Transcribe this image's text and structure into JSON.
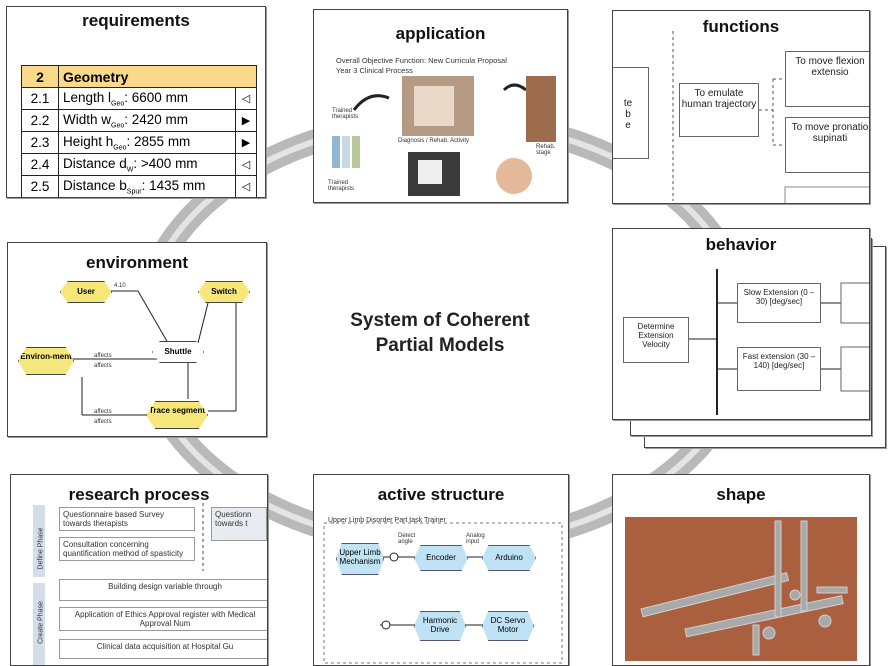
{
  "center": {
    "line1": "System of Coherent",
    "line2": "Partial Models"
  },
  "panels": {
    "requirements": {
      "title": "requirements",
      "header": {
        "num": "2",
        "label": "Geometry"
      },
      "rows": [
        {
          "num": "2.1",
          "text": "Length l",
          "sub": "Geo",
          "rest": ": 6600 mm",
          "arrow": "◁"
        },
        {
          "num": "2.2",
          "text": "Width w",
          "sub": "Geo",
          "rest": ": 2420 mm",
          "arrow": "▶"
        },
        {
          "num": "2.3",
          "text": "Height h",
          "sub": "Geo",
          "rest": ": 2855 mm",
          "arrow": "▶"
        },
        {
          "num": "2.4",
          "text": "Distance d",
          "sub": "W",
          "rest": ": >400 mm",
          "arrow": "◁"
        },
        {
          "num": "2.5",
          "text": "Distance b",
          "sub": "Spur",
          "rest": ": 1435 mm",
          "arrow": "◁"
        }
      ]
    },
    "application": {
      "title": "application",
      "caption1": "Overall Objective Function: New Curricula Proposal",
      "caption2": "Year 3 Clinical Process",
      "labels": [
        "Trained therapists",
        "Trained therapists",
        "Diagnosis / Rehab. Activity",
        "Rehab. stage"
      ]
    },
    "functions": {
      "title": "functions",
      "left_text": "te\nb\ne",
      "main": "To emulate human trajectory",
      "right1": "To move flexion extensio",
      "right2": "To move pronatio supinati"
    },
    "behavior": {
      "title": "behavior",
      "left": "Determine Extension Velocity",
      "top": "Slow Extension (0 – 30) [deg/sec]",
      "bottom": "Fast extension (30 – 140) [deg/sec]"
    },
    "environment": {
      "title": "environment",
      "nodes": {
        "user": "User",
        "switch": "Switch",
        "shuttle": "Shuttle",
        "environment": "Environ-ment",
        "trace": "Trace segment"
      },
      "labels": {
        "l1": "4.10",
        "l2": "affects",
        "l3": "affects",
        "l4": "affects",
        "l5": "affects"
      }
    },
    "research": {
      "title": "research process",
      "phase1": "Define Phase",
      "phase2": "Create Phase",
      "boxes": [
        "Questionnaire based Survey towards therapists",
        "Questionn towards t",
        "Consultation concerning quantification method of spasticity",
        "Building design variable through",
        "Application of Ethics Approval register with Medical Approval Num",
        "Clinical data acquisition at Hospital Gu"
      ]
    },
    "active": {
      "title": "active structure",
      "caption": "Upper Limb Disorder Part task Trainer",
      "nodes": {
        "ulm": "Upper Limb Mechanism",
        "encoder": "Encoder",
        "arduino": "Arduino",
        "harmonic": "Harmonic Drive",
        "servo": "DC Servo Motor"
      },
      "flow": {
        "f1": "Detect angle",
        "f2": "Analog input"
      }
    },
    "shape": {
      "title": "shape"
    }
  },
  "colors": {
    "ring": "#b9b9b9",
    "table_header": "#fbd98b",
    "hex_node": "#f6e77a",
    "active_node": "#bfe3f5"
  }
}
